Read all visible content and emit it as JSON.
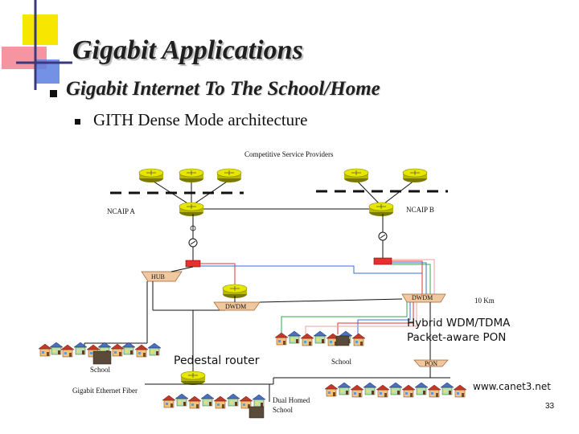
{
  "slide": {
    "title": "Gigabit Applications",
    "bullet_1": "Gigabit Internet To The School/Home",
    "bullet_2": "GITH Dense Mode architecture",
    "page_number": "33"
  },
  "diagram": {
    "providers_label": "Competitive Service Providers",
    "ncaip_a": "NCAIP A",
    "ncaip_b": "NCAIP B",
    "hub": "HUB",
    "dwdm_left": "DWDM",
    "dwdm_right": "DWDM",
    "distance": "10 Km",
    "pon_title_1": "Hybrid WDM/TDMA",
    "pon_title_2": "Packet-aware PON",
    "pedestal_router": "Pedestal router",
    "school_left": "School",
    "school_center": "School",
    "pon": "PON",
    "gigabit_ethernet_fiber": "Gigabit Ethernet Fiber",
    "dual_homed_1": "Dual Homed",
    "dual_homed_2": "School",
    "website": "www.canet3.net"
  },
  "colors": {
    "router": "#e6e600",
    "router_dark": "#7a7a00",
    "fiber_red": "#e53030",
    "fiber_blue": "#3a6fd8",
    "fiber_green": "#2fa84f",
    "hub_fill": "#f0c8a0",
    "logo_yellow": "#f7e600",
    "logo_pink": "#f37a8a",
    "logo_blue": "#5a7fe0"
  }
}
